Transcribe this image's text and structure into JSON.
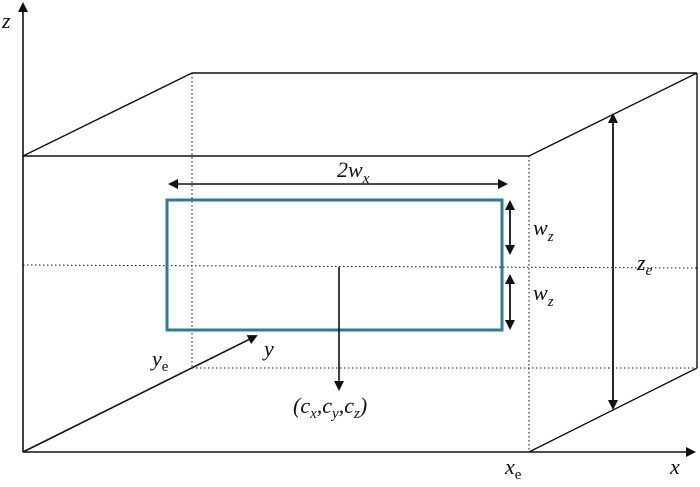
{
  "axes": {
    "z": "z",
    "x": "x",
    "y": "y"
  },
  "labels": {
    "x_e": {
      "main": "x",
      "sub": "e"
    },
    "y_e": {
      "main": "y",
      "sub": "e"
    },
    "z_e": {
      "main": "z",
      "sub": "e"
    },
    "width_x": {
      "main": "2w",
      "sub": "x"
    },
    "wz_top": {
      "main": "w",
      "sub": "z"
    },
    "wz_bottom": {
      "main": "w",
      "sub": "z"
    },
    "center": {
      "open": "(",
      "cx": "c",
      "cx_sub": "x",
      "comma1": ",",
      "cy": "c",
      "cy_sub": "y",
      "comma2": ",",
      "cz": "c",
      "cz_sub": "z",
      "close": ")"
    }
  },
  "colors": {
    "line": "#111111",
    "rectangle": "#2e7d94"
  }
}
